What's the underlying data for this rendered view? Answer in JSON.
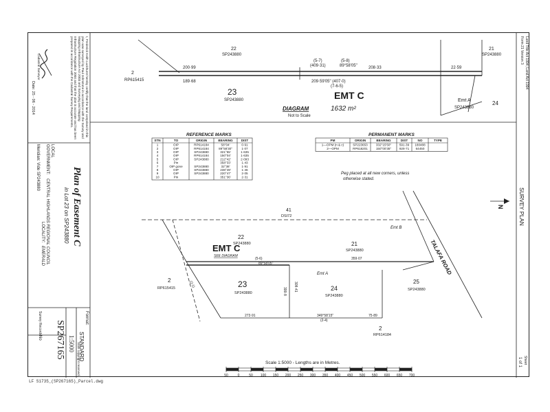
{
  "title_block": {
    "plan_title": "Plan of Easement C",
    "plan_subtitle": "in Lot 23 on SP243880",
    "local_government_label": "LOCAL",
    "local_government_label2": "GOVERNMENT:",
    "local_government": "CENTRAL HIGHLANDS REGIONAL COUNCIL",
    "locality_label": "LOCALITY:",
    "locality": "EMERALD",
    "meridian": "Meridian: Vide SP243880",
    "format_label": "Format:",
    "format": "STANDARD",
    "scale": "1:5000",
    "plan_number": "SP267165",
    "survey_records": "Survey Records:",
    "survey_records_value": "No",
    "survey_plan": "SURVEY PLAN",
    "sheet_label": "Sheet",
    "sheet": "1 of 1",
    "land_title_act": "Land Title Act 1994; Land Act 1994",
    "form": "Form 21 Version 3",
    "copyright": "State copyright reserved.",
    "cadastral_surveyor": "Cadastral Surveyor",
    "date": "Date: 25 - 06 - 2014",
    "certification": "I, Frederick Keith Luckhurst hereby certify that the land comprised in this plan was surveyed by Paul Johnstone in accordance with the Survey and Mapping Infrastructure Act 2003 and Surveying and Mapping Infrastructure Regulation 2004 and that the plan is accurate and has been prepared in accordance with the Cadastral Survey Requirements."
  },
  "diagram": {
    "label": "DIAGRAM",
    "note": "Not to Scale",
    "easement": "EMT C",
    "area": "1632 m²",
    "lots": [
      "22",
      "SP243880",
      "21",
      "SP243880",
      "23",
      "SP243880",
      "24",
      "SP243880",
      "2",
      "RP615415"
    ],
    "dims": [
      "200·99",
      "189·68",
      "(5-7)",
      "(409·31)",
      "(5-8)",
      "89°58'05\"",
      "209·59'05\" (407·0)",
      "(7-6-5)",
      "208·33",
      "22·59"
    ],
    "emt_a": "Emt A"
  },
  "reference_marks": {
    "title": "REFERENCE MARKS",
    "headers": [
      "STN",
      "TO",
      "ORIGIN",
      "BEARING",
      "DIST"
    ],
    "rows": [
      [
        "1",
        "OIP",
        "RP614184",
        "58°04'",
        "0·91"
      ],
      [
        "2",
        "OIP",
        "RP614184",
        "89°58'30\"",
        "1·07"
      ],
      [
        "3",
        "OIP",
        "SP243880",
        "321°55'",
        "1·635"
      ],
      [
        "4",
        "OIP",
        "RP614184",
        "150°04'",
        "1·635"
      ],
      [
        "5",
        "OIP",
        "SP243880",
        "212°42'",
        "2·093"
      ],
      [
        "6",
        "Pin",
        "",
        "358°33'",
        "1·43"
      ],
      [
        "7",
        "OIP gone",
        "SP243880",
        "32°38'",
        "1·91"
      ],
      [
        "8",
        "OIP",
        "SP243880",
        "238°49'",
        "1·46"
      ],
      [
        "9",
        "OIP",
        "SP243880",
        "220°47'",
        "2·05"
      ],
      [
        "10",
        "Pin",
        "",
        "351°36'",
        "2·31"
      ]
    ]
  },
  "permanent_marks": {
    "title": "PERMANENT MARKS",
    "headers": [
      "PM",
      "ORIGIN",
      "BEARING",
      "DIST",
      "NO",
      "TYPE"
    ],
    "rows": [
      [
        "1—OPM (n & c)",
        "SP223653",
        "332°15'50\"",
        "591·39",
        "180488",
        ""
      ],
      [
        "2—OPM",
        "RP618201",
        "150°00'35\"",
        "929·71",
        "64450",
        ""
      ]
    ]
  },
  "peg_note": [
    "Peg placed at all new corners, unless",
    "otherwise stated."
  ],
  "main": {
    "lot41": "41",
    "dsl": "DSI72",
    "lots": [
      {
        "num": "22",
        "plan": "SP243880"
      },
      {
        "num": "21",
        "plan": "SP243880"
      },
      {
        "num": "23",
        "plan": "SP243880"
      },
      {
        "num": "24",
        "plan": "SP243880"
      },
      {
        "num": "25",
        "plan": "SP243880"
      },
      {
        "num": "2",
        "plan": "RP615415"
      },
      {
        "num": "2",
        "plan": "RP614184"
      }
    ],
    "easement": "EMT C",
    "see_diagram": "SEE DIAGRAM",
    "emt_a": "Emt A",
    "emt_b": "Emt B",
    "road": "TALAFA ROAD",
    "dims": [
      "(5-6)",
      "89°58'05\"",
      "359·07",
      "273·91",
      "349°58'15\"",
      "(2-4)",
      "75·89",
      "399·8",
      "308·41",
      "(2-1)"
    ],
    "north": "N"
  },
  "scale_bar": {
    "caption": "Scale 1:5000 - Lengths are in Metres.",
    "ticks": [
      "50",
      "0",
      "50",
      "100",
      "150",
      "200",
      "250",
      "300",
      "350",
      "400",
      "450",
      "500",
      "550",
      "600",
      "650",
      "700"
    ]
  },
  "footer_file": "LF S1735_(SP267165)_Parcel.dwg"
}
